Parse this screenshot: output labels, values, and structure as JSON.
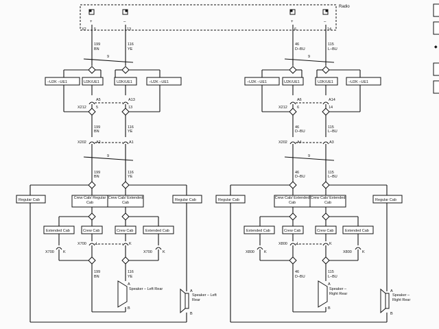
{
  "radio": {
    "label": "Radio",
    "pins": [
      "X2",
      "5",
      "13",
      "6",
      "14"
    ]
  },
  "left": {
    "wire_a": {
      "num": "199",
      "color": "BN"
    },
    "wire_b": {
      "num": "116",
      "color": "YE"
    },
    "splice": "9",
    "opt_boxes": [
      "–U2K –UE1",
      "U2K/UE1",
      "U2K/UE1",
      "–U2K –UE1"
    ],
    "x212": {
      "conn": "X212",
      "pin_a": "5",
      "pin_b": "13",
      "term_a": "A5",
      "term_b": "A13"
    },
    "x202": {
      "conn": "X202",
      "pin_a": "A2",
      "pin_b": "A1"
    },
    "cab_boxes": [
      "Regular Cab",
      "Crew Cab/ Regular Cab",
      "Crew Cab/ Extended Cab",
      "Regular Cab"
    ],
    "cab_boxes2": [
      "Extended Cab",
      "Crew Cab",
      "Crew Cab",
      "Extended Cab"
    ],
    "x700": {
      "conn": "X700",
      "pin_l": "L",
      "pin_k": "K"
    },
    "speaker": {
      "label": "Speaker – Left Rear",
      "pin_a": "A",
      "pin_b": "B"
    }
  },
  "right": {
    "wire_a": {
      "num": "46",
      "color": "D–BU"
    },
    "wire_b": {
      "num": "115",
      "color": "L–BU"
    },
    "splice": "9",
    "opt_boxes": [
      "–U2K –UE1",
      "U2K/UE1",
      "U2K/UE1",
      "–U2K –UE1"
    ],
    "x212": {
      "conn": "X212",
      "pin_a": "6",
      "pin_b": "14",
      "term_a": "A6",
      "term_b": "A14"
    },
    "x202": {
      "conn": "X202",
      "pin_a": "A4",
      "pin_b": "A3"
    },
    "cab_boxes": [
      "Regular Cab",
      "Crew Cab/ Extended Cab",
      "Crew Cab/ Extended Cab",
      "Regular Cab"
    ],
    "cab_boxes2": [
      "Extended Cab",
      "Crew Cab",
      "Crew Cab",
      "Extended Cab"
    ],
    "x800": {
      "conn": "X800",
      "pin_l": "L",
      "pin_k": "K"
    },
    "speaker": {
      "label": "Speaker – Right Rear",
      "pin_a": "A",
      "pin_b": "B"
    }
  }
}
